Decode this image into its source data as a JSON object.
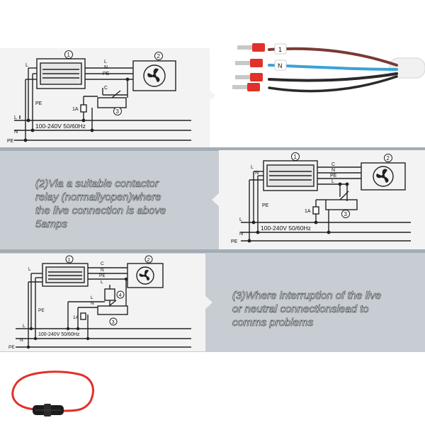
{
  "diagrams": {
    "d1": {
      "marker_1": "1",
      "marker_2": "2",
      "marker_3": "3",
      "lbl_L": "L",
      "lbl_N": "N",
      "lbl_PE": "PE",
      "lbl_C": "C",
      "rail_L": "L",
      "rail_N": "N",
      "rail_PE": "PE",
      "fuse": "1A",
      "supply": "100-240V  50/60Hz"
    },
    "d2": {
      "marker_1": "1",
      "marker_2": "2",
      "marker_3": "3",
      "lbl_C": "C",
      "lbl_N": "N",
      "lbl_PE": "PE",
      "lbl_L": "L",
      "rail_L": "L",
      "rail_N": "N",
      "rail_PE": "PE",
      "fuse": "1A",
      "supply": "100-240V  50/60Hz"
    },
    "d3": {
      "marker_1": "1",
      "marker_2": "2",
      "marker_3": "3",
      "marker_4": "4",
      "lbl_C": "C",
      "lbl_N": "N",
      "lbl_PE": "PE",
      "lbl_L": "L",
      "rail_L": "L",
      "rail_N": "N",
      "rail_PE": "PE",
      "fuse": "1A",
      "supply": "100-240V  50/60Hz"
    }
  },
  "captions": {
    "c2": [
      "(2)Via a suitable contactor",
      "relay (normallyopen)where",
      "the live connection is above",
      "5amps"
    ],
    "c3": [
      "(3)Where interruption of the live",
      "or neutral connectionslead to",
      "comms problems"
    ]
  },
  "cable": {
    "tag_1": "1",
    "tag_2": "N"
  },
  "colors": {
    "band": "#c7cdd2",
    "band_dark": "#a3adb5",
    "card": "#f3f3f3",
    "wire_red": "#e0312a",
    "wire_brown": "#7a3a35",
    "wire_blue": "#39a3d6",
    "wire_black": "#2a2a2a"
  }
}
